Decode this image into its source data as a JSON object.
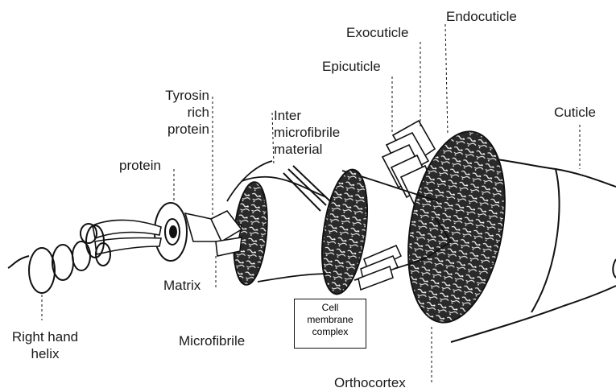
{
  "labels": {
    "endocuticle": "Endocuticle",
    "exocuticle": "Exocuticle",
    "epicuticle": "Epicuticle",
    "cuticle": "Cuticle",
    "tyrosin_1": "Tyrosin",
    "tyrosin_2": "rich",
    "tyrosin_3": "protein",
    "inter_1": "Inter",
    "inter_2": "microfibrile",
    "inter_3": "material",
    "protein": "protein",
    "matrix": "Matrix",
    "microfibrile": "Microfibrile",
    "helix_1": "Right hand",
    "helix_2": "helix",
    "orthocortex": "Orthocortex",
    "cell_1": "Cell",
    "cell_2": "membrane",
    "cell_3": "complex"
  }
}
